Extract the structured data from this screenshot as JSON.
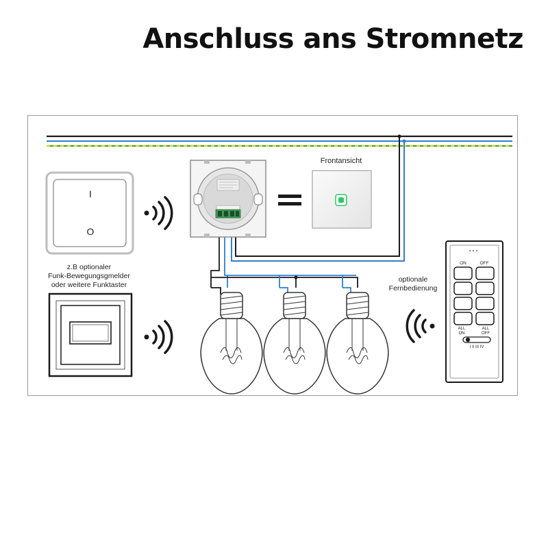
{
  "title": "Anschluss ans Stromnetz",
  "labels": {
    "front_view": "Frontansicht",
    "optional_sensor": [
      "z.B optionaler",
      "Funk-Bewegungsgmelder",
      "oder weitere Funktaster"
    ],
    "optional_remote": [
      "optionale",
      "Fernbedienung"
    ]
  },
  "wall_switch": {
    "top_symbol": "I",
    "bottom_symbol": "O"
  },
  "remote": {
    "on_label": "ON",
    "off_label": "OFF",
    "all_on_label": [
      "ALL",
      "ON"
    ],
    "all_off_label": [
      "ALL",
      "OFF"
    ],
    "channel_label": "I II III IV"
  },
  "colors": {
    "wire_black": "#1a1a1a",
    "wire_blue": "#2f7fd0",
    "wire_earth_green": "#3aa83a",
    "wire_earth_yellow": "#e8d21a",
    "led_green": "#2ec86a"
  },
  "icons": [
    "wireless-signal-icon",
    "bulb-icon",
    "motion-sensor-icon",
    "remote-control-icon"
  ]
}
